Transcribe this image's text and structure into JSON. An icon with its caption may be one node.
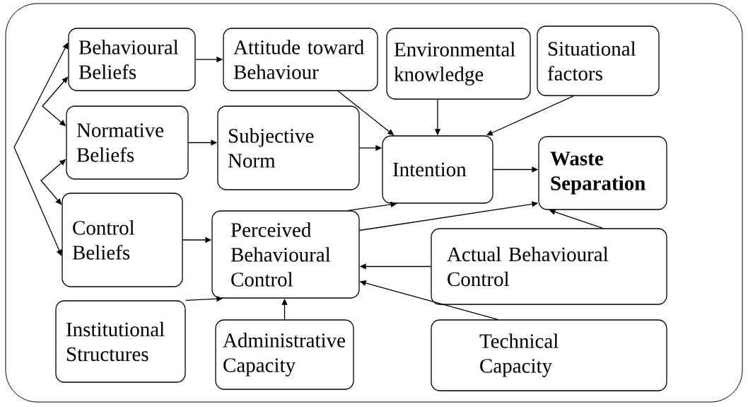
{
  "diagram": {
    "nodes": [
      {
        "text": [
          "Behavioural Beliefs"
        ]
      },
      {
        "text": [
          "Attitude toward Behaviour"
        ]
      },
      {
        "text": [
          "Environmental knowledge"
        ]
      },
      {
        "text": [
          "Situational factors"
        ]
      },
      {
        "text": [
          "Normative Beliefs"
        ]
      },
      {
        "text": [
          "Subjective Norm"
        ]
      },
      {
        "text": [
          "Intention"
        ]
      },
      {
        "text": [
          "Waste Separation"
        ]
      },
      {
        "text": [
          "Control Beliefs"
        ]
      },
      {
        "text": [
          "Perceived Behavioural Control"
        ]
      },
      {
        "text": [
          "Actual Behavioural Control"
        ]
      },
      {
        "text": [
          "Institutional Structures"
        ]
      },
      {
        "text": [
          "Administrative Capacity"
        ]
      },
      {
        "text": [
          "Technical Capacity"
        ]
      }
    ],
    "edges": [
      {
        "from": 0,
        "to": 1,
        "arrow": "to"
      },
      {
        "from": 1,
        "to": 6,
        "arrow": "to"
      },
      {
        "from": 2,
        "to": 6,
        "arrow": "to"
      },
      {
        "from": 3,
        "to": 6,
        "arrow": "to"
      },
      {
        "from": 4,
        "to": 5,
        "arrow": "to"
      },
      {
        "from": 5,
        "to": 6,
        "arrow": "to"
      },
      {
        "from": 6,
        "to": 7,
        "arrow": "to"
      },
      {
        "from": 8,
        "to": 9,
        "arrow": "to"
      },
      {
        "from": 9,
        "to": 6,
        "arrow": "to"
      },
      {
        "from": 9,
        "to": 7,
        "arrow": "to"
      },
      {
        "from": 10,
        "to": 9,
        "arrow": "to"
      },
      {
        "from": 10,
        "to": 7,
        "arrow": "to"
      },
      {
        "from": 11,
        "to": 9,
        "arrow": "to"
      },
      {
        "from": 12,
        "to": 9,
        "arrow": "to"
      },
      {
        "from": 13,
        "to": 9,
        "arrow": "to"
      },
      {
        "from": 0,
        "to": 8,
        "arrow": "both"
      },
      {
        "from": 0,
        "to": 4,
        "arrow": "both"
      },
      {
        "from": 4,
        "to": 8,
        "arrow": "both"
      }
    ]
  }
}
